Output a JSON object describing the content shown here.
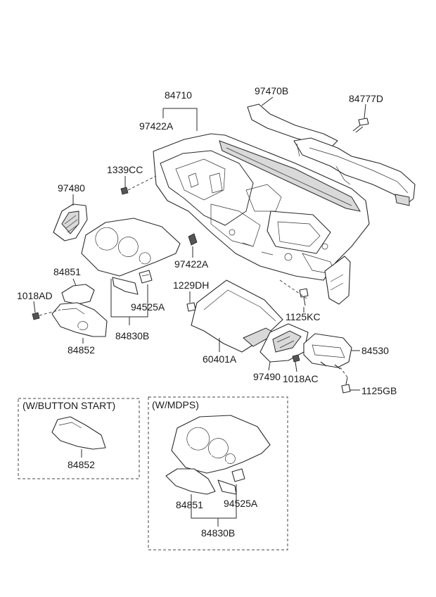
{
  "callouts": {
    "c84710": "84710",
    "c97422a_top": "97422A",
    "c97470b": "97470B",
    "c84777d": "84777D",
    "c1339cc": "1339CC",
    "c97480": "97480",
    "c97422a_mid": "97422A",
    "c84851": "84851",
    "c1018ad": "1018AD",
    "c94525a": "94525A",
    "c1229dh": "1229DH",
    "c84830b": "84830B",
    "c84852": "84852",
    "c1125kc": "1125KC",
    "c60401a": "60401A",
    "c84530": "84530",
    "c97490": "97490",
    "c1018ac": "1018AC",
    "c1125gb": "1125GB"
  },
  "button_start_box": {
    "title": "(W/BUTTON START)",
    "c84852": "84852"
  },
  "mdps_box": {
    "title": "(W/MDPS)",
    "c84851": "84851",
    "c94525a": "94525A",
    "c84830b": "84830B"
  }
}
